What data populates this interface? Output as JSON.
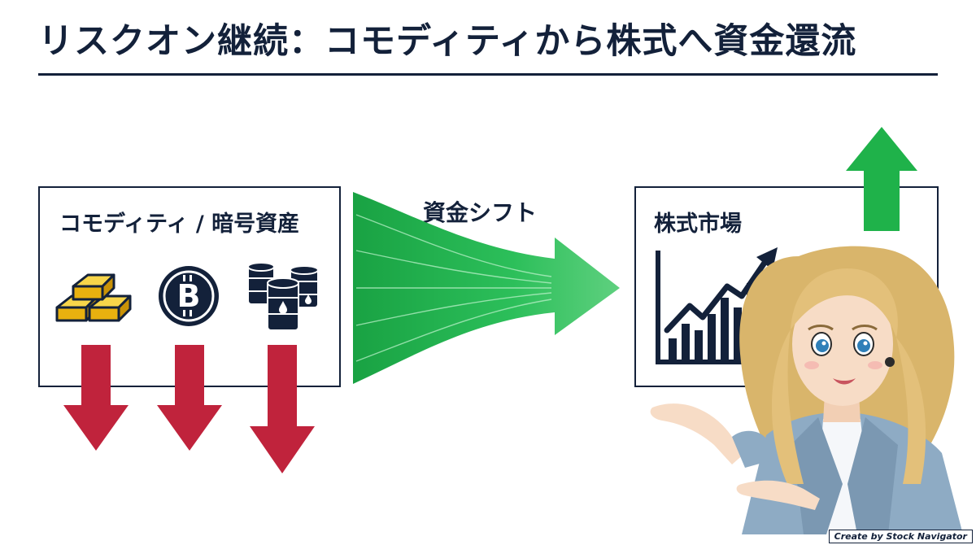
{
  "title": "リスクオン継続：コモディティから株式へ資金還流",
  "left_box": {
    "label": "コモディティ / 暗号資産",
    "items": [
      {
        "name": "gold-bars",
        "icon": "gold-bars-icon",
        "trend": "down"
      },
      {
        "name": "bitcoin",
        "icon": "bitcoin-icon",
        "trend": "down",
        "symbol": "B"
      },
      {
        "name": "oil-barrels",
        "icon": "oil-barrels-icon",
        "trend": "down"
      }
    ]
  },
  "flow": {
    "label": "資金シフト"
  },
  "right_box": {
    "label": "株式市場",
    "icon": "rising-bar-chart-icon",
    "trend": "up"
  },
  "presenter": {
    "icon": "presenter-woman-icon"
  },
  "credit": "Create by Stock Navigator",
  "colors": {
    "navy": "#13213a",
    "down_red": "#c0233c",
    "up_green": "#1fb24a",
    "gold": "#f3c21b",
    "flow_green": "#22b04f"
  }
}
